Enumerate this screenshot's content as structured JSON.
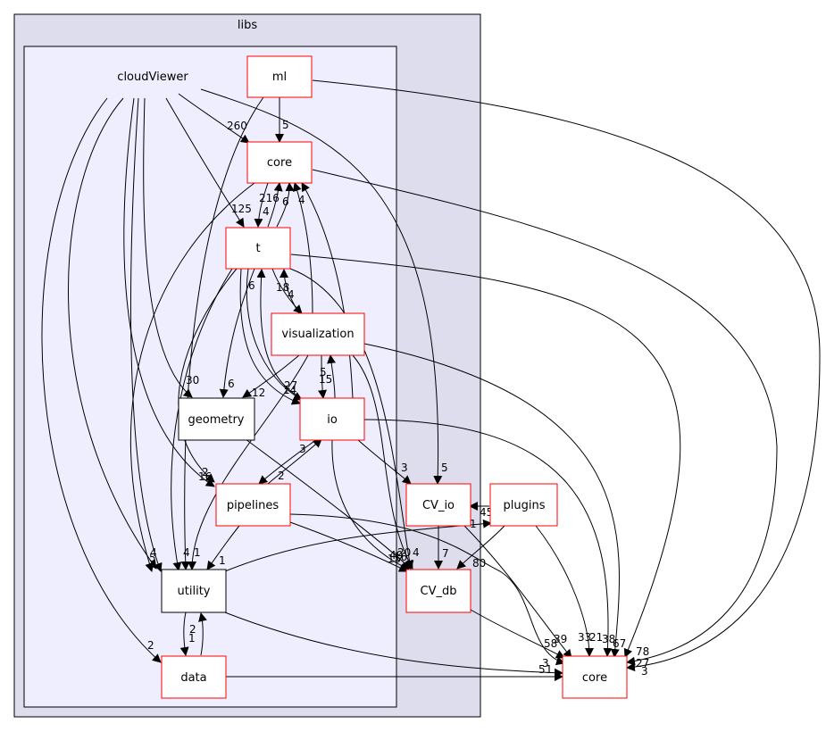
{
  "colors": {
    "outer_cluster_fill": "#ddddee",
    "inner_cluster_fill": "#eeeeff",
    "cluster_border": "#000000",
    "node_border_linked": "#ff0000",
    "node_border_plain": "#000000",
    "node_fill": "#ffffff"
  },
  "clusters": {
    "libs": "libs",
    "cloudViewer": "cloudViewer"
  },
  "nodes": {
    "ml": "ml",
    "core_inner": "core",
    "t": "t",
    "visualization": "visualization",
    "geometry": "geometry",
    "io": "io",
    "pipelines": "pipelines",
    "utility": "utility",
    "data": "data",
    "cv_io": "CV_io",
    "cv_db": "CV_db",
    "plugins": "plugins",
    "core_outer": "core"
  },
  "edge_labels": {
    "ml_core": "5",
    "cv_core": "260",
    "core_t": "4",
    "t_core": "216",
    "t_core_b": "6",
    "vis_core": "4",
    "cv_t": "125",
    "t_vis": "4",
    "vis_t": "18",
    "t_geo": "6",
    "vis_geo": "12",
    "cv_geo": "30",
    "t_io": "27",
    "t_io_b": "14",
    "vis_io": "15",
    "io_vis": "5",
    "io_pipe": "2",
    "pipe_io": "3",
    "t_pipe": "2",
    "cv_pipe": "16",
    "cv_utility_a": "4",
    "cv_utility_b": "5",
    "t_utility": "4",
    "vis_utility": "1",
    "pipe_utility": "1",
    "utility_data": "1",
    "data_utility": "2",
    "cv_data": "2",
    "io_cvio": "3",
    "cv_cvio": "5",
    "cvio_cvdb": "7",
    "plugins_cvio": "45",
    "plugins_cvdb": "80",
    "utility_plugins": "1",
    "cvdb_a": "40",
    "cvdb_b": "20",
    "cvdb_c": "4",
    "cvdb_d": "15",
    "cvdb_e": "16",
    "co_a": "58",
    "co_b": "39",
    "co_c": "33",
    "co_d": "21",
    "co_e": "38",
    "co_f": "67",
    "co_g": "78",
    "co_h": "27",
    "co_i": "3",
    "co_j": "3",
    "co_k": "5",
    "co_l": "1"
  }
}
